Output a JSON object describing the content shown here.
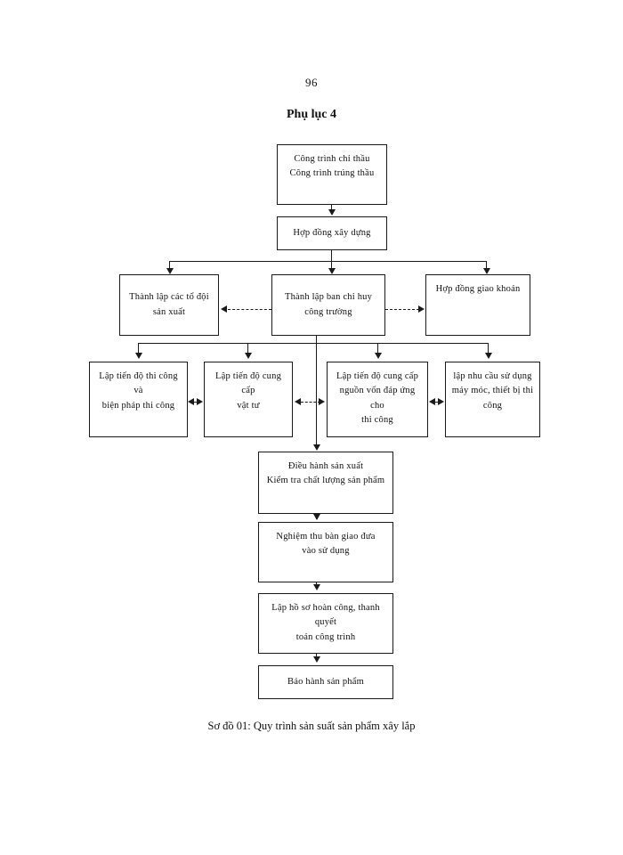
{
  "document": {
    "page_number": "96",
    "appendix_title": "Phụ lục 4",
    "caption": "Sơ đồ 01: Quy trình sản suất sản phẩm xây lắp"
  },
  "flowchart": {
    "type": "flowchart",
    "orientation": "top-down",
    "line_color": "#1a1a1a",
    "box_fill": "#ffffff",
    "nodes": [
      {
        "id": "n1",
        "label": "Công trình chỉ thầu\nCông trình trúng thầu",
        "line1": "Công trình chỉ thầu",
        "line2": "Công trình trúng thầu"
      },
      {
        "id": "n2",
        "label": "Hợp đồng xây dựng",
        "line1": "Hợp đồng xây dựng"
      },
      {
        "id": "n3",
        "label": "Thành lập các tổ đội sản xuất",
        "line1": "Thành lập các tổ đội",
        "line2": "sản xuất"
      },
      {
        "id": "n4",
        "label": "Thành lập ban chỉ huy công trường",
        "line1": "Thành lập ban chỉ huy",
        "line2": "công trường"
      },
      {
        "id": "n5",
        "label": "Hợp đồng giao khoán",
        "line1": "Hợp đồng giao khoán"
      },
      {
        "id": "n6",
        "label": "Lập tiến độ thi công và biện pháp thi công",
        "line1": "Lập tiến độ thi công và",
        "line2": "biện pháp thi công"
      },
      {
        "id": "n7",
        "label": "Lập tiến độ cung cấp vật tư",
        "line1": "Lập tiến độ cung cấp",
        "line2": "vật tư"
      },
      {
        "id": "n8",
        "label": "Lập tiến độ cung cấp nguồn vốn đáp ứng cho thi công",
        "line1": "Lập tiến độ cung cấp",
        "line2": "nguồn vốn đáp ứng cho",
        "line3": "thi công"
      },
      {
        "id": "n9",
        "label": "lập nhu cầu sử dụng máy móc, thiết bị thi công",
        "line1": "lập nhu cầu sử dụng",
        "line2": "máy móc, thiết bị thi",
        "line3": "công"
      },
      {
        "id": "n10",
        "label": "Điều hành sản xuất / Kiểm tra chất lượng sản phẩm",
        "line1": "Điều hành sản xuất",
        "line2": "Kiểm tra chất lượng sản phẩm"
      },
      {
        "id": "n11",
        "label": "Nghiệm thu bàn giao đưa vào sử dụng",
        "line1": "Nghiệm thu bàn giao đưa",
        "line2": "vào sử dụng"
      },
      {
        "id": "n12",
        "label": "Lập hồ sơ hoàn công, thanh quyết toán công trình",
        "line1": "Lập hồ sơ hoàn công, thanh  quyết",
        "line2": "toán công trình"
      },
      {
        "id": "n13",
        "label": "Bảo hành sản phẩm",
        "line1": "Bảo hành sản phẩm"
      }
    ],
    "edges": [
      {
        "from": "n1",
        "to": "n2",
        "style": "solid",
        "direction": "down"
      },
      {
        "from": "n2",
        "to": "n3",
        "style": "solid",
        "direction": "down"
      },
      {
        "from": "n2",
        "to": "n4",
        "style": "solid",
        "direction": "down"
      },
      {
        "from": "n2",
        "to": "n5",
        "style": "solid",
        "direction": "down"
      },
      {
        "from": "n4",
        "to": "n3",
        "style": "dashed",
        "direction": "left"
      },
      {
        "from": "n4",
        "to": "n5",
        "style": "dashed",
        "direction": "right"
      },
      {
        "from": "n4",
        "to": "n6",
        "style": "solid",
        "direction": "down"
      },
      {
        "from": "n4",
        "to": "n7",
        "style": "solid",
        "direction": "down"
      },
      {
        "from": "n4",
        "to": "n8",
        "style": "solid",
        "direction": "down"
      },
      {
        "from": "n4",
        "to": "n9",
        "style": "solid",
        "direction": "down"
      },
      {
        "from": "n6",
        "to": "n7",
        "style": "solid",
        "direction": "both"
      },
      {
        "from": "n7",
        "to": "n8",
        "style": "dashed",
        "direction": "both"
      },
      {
        "from": "n8",
        "to": "n9",
        "style": "solid",
        "direction": "both"
      },
      {
        "from": "n4",
        "to": "n10",
        "style": "solid",
        "direction": "down"
      },
      {
        "from": "n10",
        "to": "n11",
        "style": "solid",
        "direction": "down"
      },
      {
        "from": "n11",
        "to": "n12",
        "style": "solid",
        "direction": "down"
      },
      {
        "from": "n12",
        "to": "n13",
        "style": "solid",
        "direction": "down"
      }
    ]
  }
}
